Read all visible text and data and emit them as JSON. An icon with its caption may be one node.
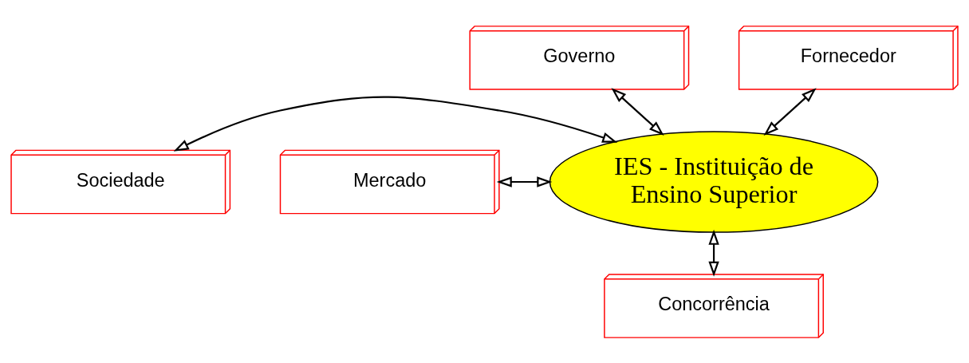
{
  "diagram": {
    "nodes": [
      {
        "text": [
          "Governo"
        ]
      },
      {
        "text": [
          "Fornecedor"
        ]
      },
      {
        "text": [
          "Sociedade"
        ]
      },
      {
        "text": [
          "IES - Instituição de Ensino Superior"
        ]
      },
      {
        "text": [
          "Mercado"
        ]
      },
      {
        "text": [
          "Concorrência"
        ]
      }
    ],
    "edges": [
      {
        "from": 0,
        "to": 3,
        "arrow": "both"
      },
      {
        "from": 1,
        "to": 3,
        "arrow": "both"
      },
      {
        "from": 2,
        "to": 3,
        "arrow": "both"
      },
      {
        "from": 4,
        "to": 3,
        "arrow": "both"
      },
      {
        "from": 5,
        "to": 3,
        "arrow": "both"
      }
    ]
  }
}
